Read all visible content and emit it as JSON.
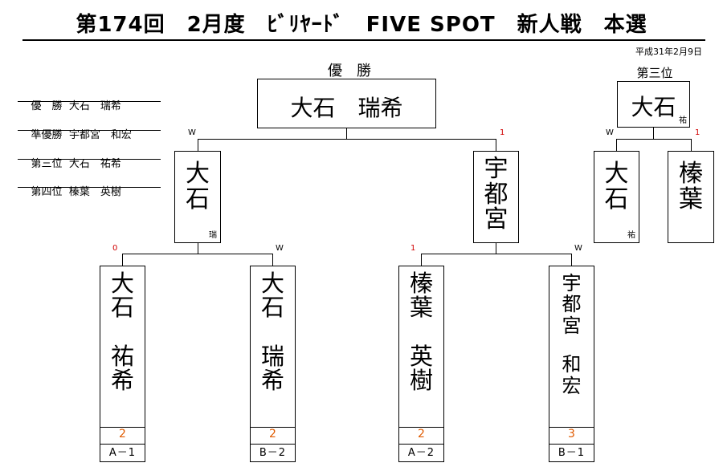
{
  "title": "第174回　2月度　ﾋﾞﾘﾔｰﾄﾞ　FIVE SPOT　新人戦　本選",
  "date": "平成31年2月9日",
  "summary": [
    {
      "rank": "優　勝",
      "name": "大石　瑞希"
    },
    {
      "rank": "準優勝",
      "name": "宇都宮　和宏"
    },
    {
      "rank": "第三位",
      "name": "大石　祐希"
    },
    {
      "rank": "第四位",
      "name": "榛葉　英樹"
    }
  ],
  "champion": {
    "label": "優　勝",
    "name": "大石　瑞希"
  },
  "third": {
    "label": "第三位",
    "name": "大石",
    "suffix": "祐"
  },
  "semifinal": {
    "left": {
      "chars": [
        "大",
        "石"
      ],
      "suffix": "瑞",
      "mark": "W"
    },
    "right": {
      "chars": [
        "宇",
        "都",
        "宮"
      ],
      "mark": "1"
    }
  },
  "third_match": {
    "left": {
      "chars": [
        "大",
        "石"
      ],
      "suffix": "祐",
      "mark": "W"
    },
    "right": {
      "chars": [
        "榛",
        "葉"
      ],
      "mark": "1"
    }
  },
  "players": [
    {
      "chars": [
        "大",
        "石",
        "",
        "祐",
        "希"
      ],
      "score": "2",
      "code": "A－1",
      "mark": "0"
    },
    {
      "chars": [
        "大",
        "石",
        "",
        "瑞",
        "希"
      ],
      "score": "2",
      "code": "B－2",
      "mark": "W"
    },
    {
      "chars": [
        "榛",
        "葉",
        "",
        "英",
        "樹"
      ],
      "score": "2",
      "code": "A－2",
      "mark": "1"
    },
    {
      "chars": [
        "宇",
        "都",
        "宮",
        "",
        "和",
        "宏"
      ],
      "score": "3",
      "code": "B－1",
      "mark": "W"
    }
  ]
}
